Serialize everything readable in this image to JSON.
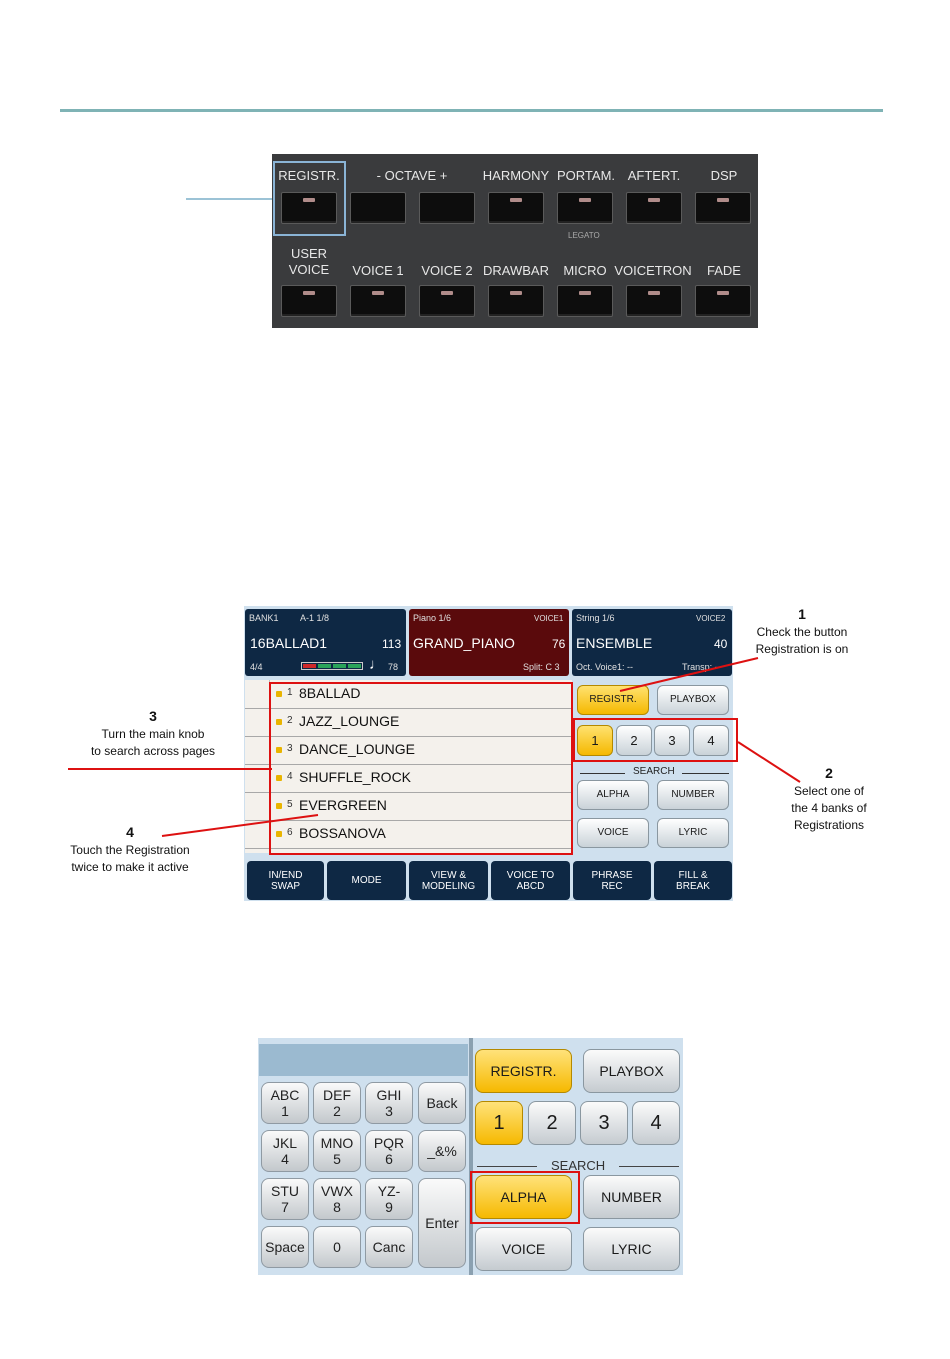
{
  "panel1": {
    "top_row": [
      {
        "label": "REGISTR.",
        "led": true
      },
      {
        "label": "- OCTAVE +",
        "led": false
      },
      {
        "label": "HARMONY",
        "led": true
      },
      {
        "label": "PORTAM.",
        "led": true
      },
      {
        "label": "AFTERT.",
        "led": true
      },
      {
        "label": "DSP",
        "led": true
      }
    ],
    "legato_label": "LEGATO",
    "bottom_row": [
      {
        "label": "USER\nVOICE"
      },
      {
        "label": "VOICE 1"
      },
      {
        "label": "VOICE 2"
      },
      {
        "label": "DRAWBAR"
      },
      {
        "label": "MICRO"
      },
      {
        "label": "VOICETRON"
      },
      {
        "label": "FADE"
      }
    ]
  },
  "panel2": {
    "header1": {
      "bank": "BANK1",
      "page": "A-1 1/8",
      "name": "16BALLAD1",
      "tempo": "113",
      "meter": "4/4",
      "tempo2": "78",
      "note_glyph": "♩"
    },
    "header2": {
      "kind": "Piano 1/6",
      "voice": "VOICE1",
      "name": "GRAND_PIANO",
      "value": "76",
      "split": "Split: C 3"
    },
    "header3": {
      "kind": "String 1/6",
      "voice": "VOICE2",
      "name": "ENSEMBLE",
      "value": "40",
      "oct": "Oct. Voice1: --",
      "transp": "Transp: --"
    },
    "registrations": [
      {
        "num": "1",
        "name": "8BALLAD"
      },
      {
        "num": "2",
        "name": "JAZZ_LOUNGE"
      },
      {
        "num": "3",
        "name": "DANCE_LOUNGE"
      },
      {
        "num": "4",
        "name": "SHUFFLE_ROCK"
      },
      {
        "num": "5",
        "name": "EVERGREEN"
      },
      {
        "num": "6",
        "name": "BOSSANOVA"
      }
    ],
    "registr_label": "REGISTR.",
    "playbox_label": "PLAYBOX",
    "banks": [
      "1",
      "2",
      "3",
      "4"
    ],
    "search_label": "SEARCH",
    "alpha_label": "ALPHA",
    "number_label": "NUMBER",
    "voice_label": "VOICE",
    "lyric_label": "LYRIC",
    "bottom_buttons": [
      "IN/END\nSWAP",
      "MODE",
      "VIEW &\nMODELING",
      "VOICE TO\nABCD",
      "PHRASE\nREC",
      "FILL &\nBREAK"
    ]
  },
  "annotations": {
    "a1": {
      "num": "1",
      "text": "Check the button\nRegistration is on"
    },
    "a2": {
      "num": "2",
      "text": "Select one of\nthe 4 banks of\nRegistrations"
    },
    "a3": {
      "num": "3",
      "text": "Turn the main knob\nto search across pages"
    },
    "a4": {
      "num": "4",
      "text": "Touch the Registration\ntwice to make it active"
    }
  },
  "panel3": {
    "keys": [
      [
        "ABC\n1",
        "DEF\n2",
        "GHI\n3",
        "Back"
      ],
      [
        "JKL\n4",
        "MNO\n5",
        "PQR\n6",
        "_&%"
      ],
      [
        "STU\n7",
        "VWX\n8",
        "YZ-\n9"
      ],
      [
        "Space",
        "0",
        "Canc"
      ]
    ],
    "enter_label": "Enter",
    "registr_label": "REGISTR.",
    "playbox_label": "PLAYBOX",
    "banks": [
      "1",
      "2",
      "3",
      "4"
    ],
    "search_label": "SEARCH",
    "alpha_label": "ALPHA",
    "number_label": "NUMBER",
    "voice_label": "VOICE",
    "lyric_label": "LYRIC"
  },
  "colors": {
    "accent_yellow": "#f5b800",
    "annotation_red": "#dd1111",
    "dark_blue": "#0e2844",
    "dark_red": "#5a0a0c"
  }
}
